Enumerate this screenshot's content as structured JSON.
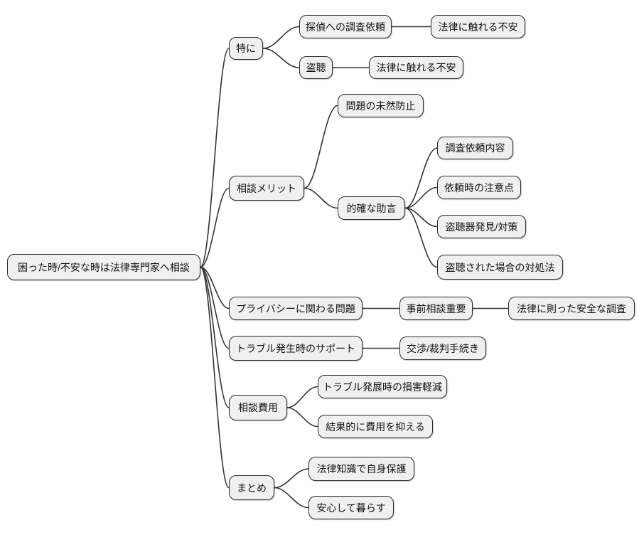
{
  "diagram": {
    "type": "mindmap",
    "background": "#ffffff",
    "colors": {
      "node_fill": "#f0f0f0",
      "node_border": "#2b2b2b",
      "edge": "#333333",
      "text": "#111111"
    },
    "nodes": {
      "root": {
        "label": "困った時/不安な時は法律専門家へ相談"
      },
      "tokuni": {
        "label": "特に"
      },
      "tantei": {
        "label": "探偵への調査依頼"
      },
      "fuan1": {
        "label": "法律に触れる不安"
      },
      "tocho": {
        "label": "盗聴"
      },
      "fuan2": {
        "label": "法律に触れる不安"
      },
      "merit": {
        "label": "相談メリット"
      },
      "mondai": {
        "label": "問題の未然防止"
      },
      "jogen": {
        "label": "的確な助言"
      },
      "chousa": {
        "label": "調査依頼内容"
      },
      "irai": {
        "label": "依頼時の注意点"
      },
      "hakken": {
        "label": "盗聴器発見/対策"
      },
      "taisho": {
        "label": "盗聴された場合の対処法"
      },
      "privacy": {
        "label": "プライバシーに関わる問題"
      },
      "jizen": {
        "label": "事前相談重要"
      },
      "anzen": {
        "label": "法律に則った安全な調査"
      },
      "support": {
        "label": "トラブル発生時のサポート"
      },
      "kosho": {
        "label": "交渉/裁判手続き"
      },
      "hiyou": {
        "label": "相談費用"
      },
      "songai": {
        "label": "トラブル発展時の損害軽減"
      },
      "kekka": {
        "label": "結果的に費用を抑える"
      },
      "matome": {
        "label": "まとめ"
      },
      "chishiki": {
        "label": "法律知識で自身保護"
      },
      "anshin": {
        "label": "安心して暮らす"
      }
    },
    "edges": [
      [
        "root",
        "tokuni"
      ],
      [
        "root",
        "merit"
      ],
      [
        "root",
        "privacy"
      ],
      [
        "root",
        "support"
      ],
      [
        "root",
        "hiyou"
      ],
      [
        "root",
        "matome"
      ],
      [
        "tokuni",
        "tantei"
      ],
      [
        "tokuni",
        "tocho"
      ],
      [
        "tantei",
        "fuan1"
      ],
      [
        "tocho",
        "fuan2"
      ],
      [
        "merit",
        "mondai"
      ],
      [
        "merit",
        "jogen"
      ],
      [
        "jogen",
        "chousa"
      ],
      [
        "jogen",
        "irai"
      ],
      [
        "jogen",
        "hakken"
      ],
      [
        "jogen",
        "taisho"
      ],
      [
        "privacy",
        "jizen"
      ],
      [
        "jizen",
        "anzen"
      ],
      [
        "support",
        "kosho"
      ],
      [
        "hiyou",
        "songai"
      ],
      [
        "hiyou",
        "kekka"
      ],
      [
        "matome",
        "chishiki"
      ],
      [
        "matome",
        "anshin"
      ]
    ]
  }
}
